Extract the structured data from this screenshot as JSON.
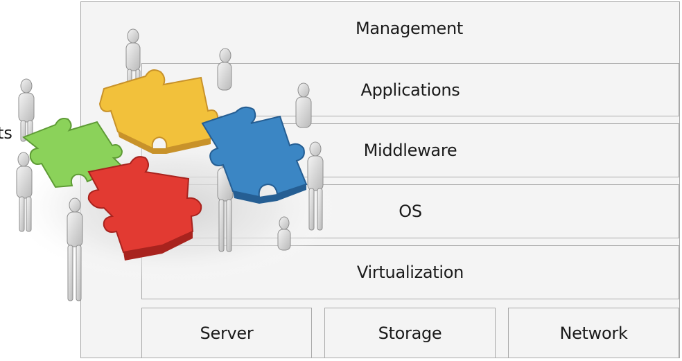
{
  "diagram": {
    "frame_label_fragment": "ts",
    "layers": {
      "management": "Management",
      "applications": "Applications",
      "middleware": "Middleware",
      "os": "OS",
      "virtualization": "Virtualization"
    },
    "hardware": {
      "server": "Server",
      "storage": "Storage",
      "network": "Network"
    }
  },
  "illustration": {
    "subject": "puzzle-team-icon",
    "piece_colors": {
      "yellow": "#f2c13b",
      "blue": "#3b86c4",
      "green": "#8bd25a",
      "red": "#e23a32"
    }
  }
}
